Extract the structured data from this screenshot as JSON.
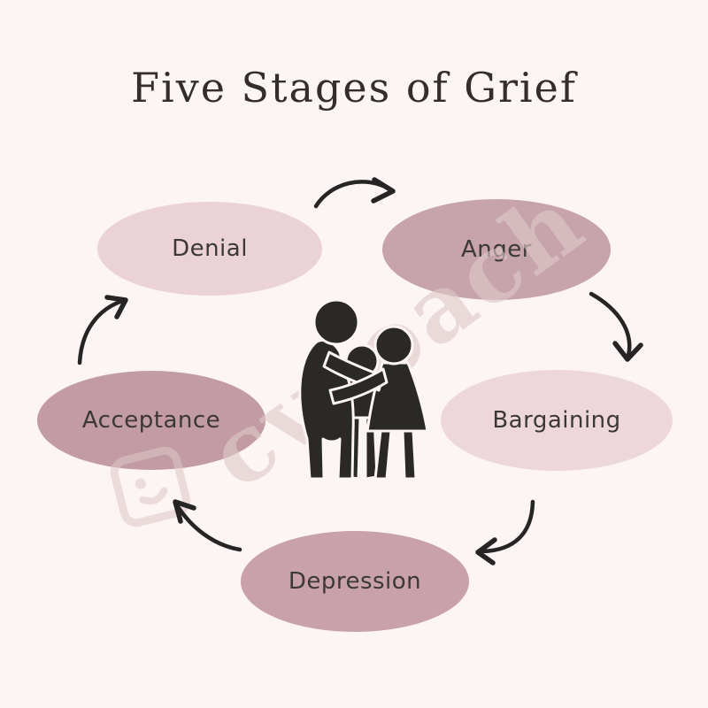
{
  "title": "Five Stages of Grief",
  "stages": [
    {
      "label": "Denial",
      "color": "#ead2d8"
    },
    {
      "label": "Anger",
      "color": "#c7a4ab"
    },
    {
      "label": "Bargaining",
      "color": "#eed7db"
    },
    {
      "label": "Depression",
      "color": "#c8a1aa"
    },
    {
      "label": "Acceptance",
      "color": "#c39ba4"
    }
  ],
  "center_icon": "family-hug-icon",
  "watermark": {
    "text": "cvcoach",
    "logo": "smiley-badge-icon"
  },
  "colors": {
    "background": "#fdf4f4",
    "title_text": "#332e2e",
    "label_text": "#3d3838",
    "arrow": "#262424",
    "icon_silhouette": "#2b2828",
    "watermark": "#ddc9c8"
  }
}
